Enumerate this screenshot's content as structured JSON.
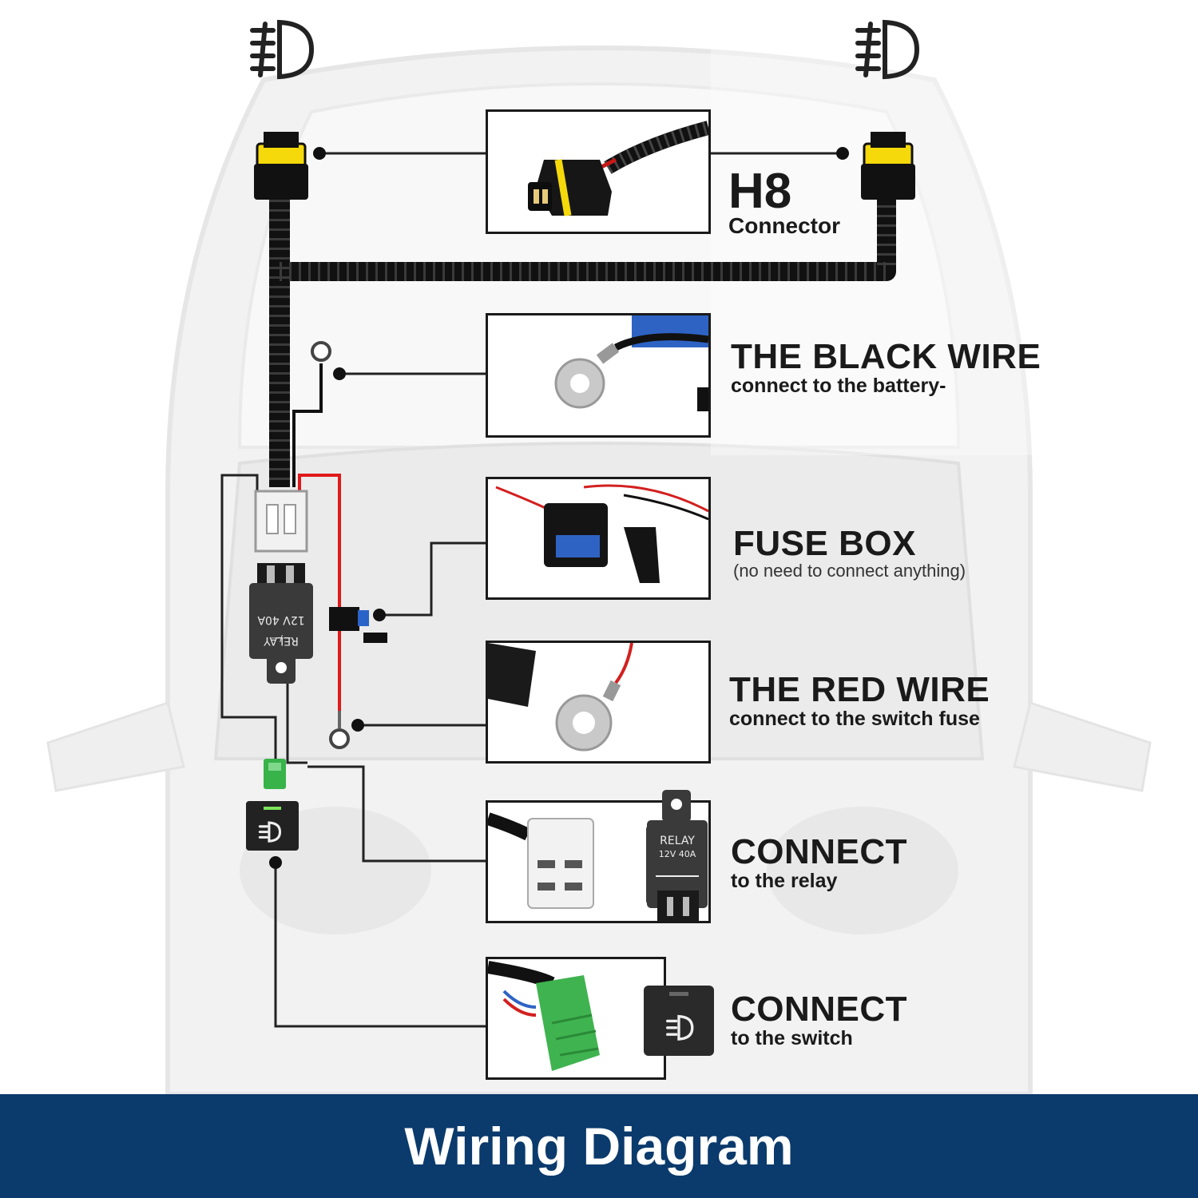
{
  "labels": {
    "h8": {
      "title": "H8",
      "sub": "Connector"
    },
    "black_wire": {
      "title": "THE BLACK WIRE",
      "sub": "connect to the battery-"
    },
    "fuse_box": {
      "title": "FUSE BOX",
      "note": "(no need to connect anything)"
    },
    "red_wire": {
      "title": "THE RED WIRE",
      "sub": "connect to the switch fuse"
    },
    "relay": {
      "title": "CONNECT",
      "sub": "to the relay"
    },
    "switch": {
      "title": "CONNECT",
      "sub": "to the switch"
    }
  },
  "relay_text": {
    "line1": "RELAY",
    "line2": "12V 40A"
  },
  "banner": {
    "title": "Wiring Diagram"
  },
  "colors": {
    "banner": "#0b3a6c",
    "connector": "#f5d90a",
    "red_wire": "#e0191b",
    "switch_plug": "#37b34a",
    "black_wire": "#111111"
  },
  "icons": [
    "fog-light-icon",
    "fog-light-icon"
  ]
}
